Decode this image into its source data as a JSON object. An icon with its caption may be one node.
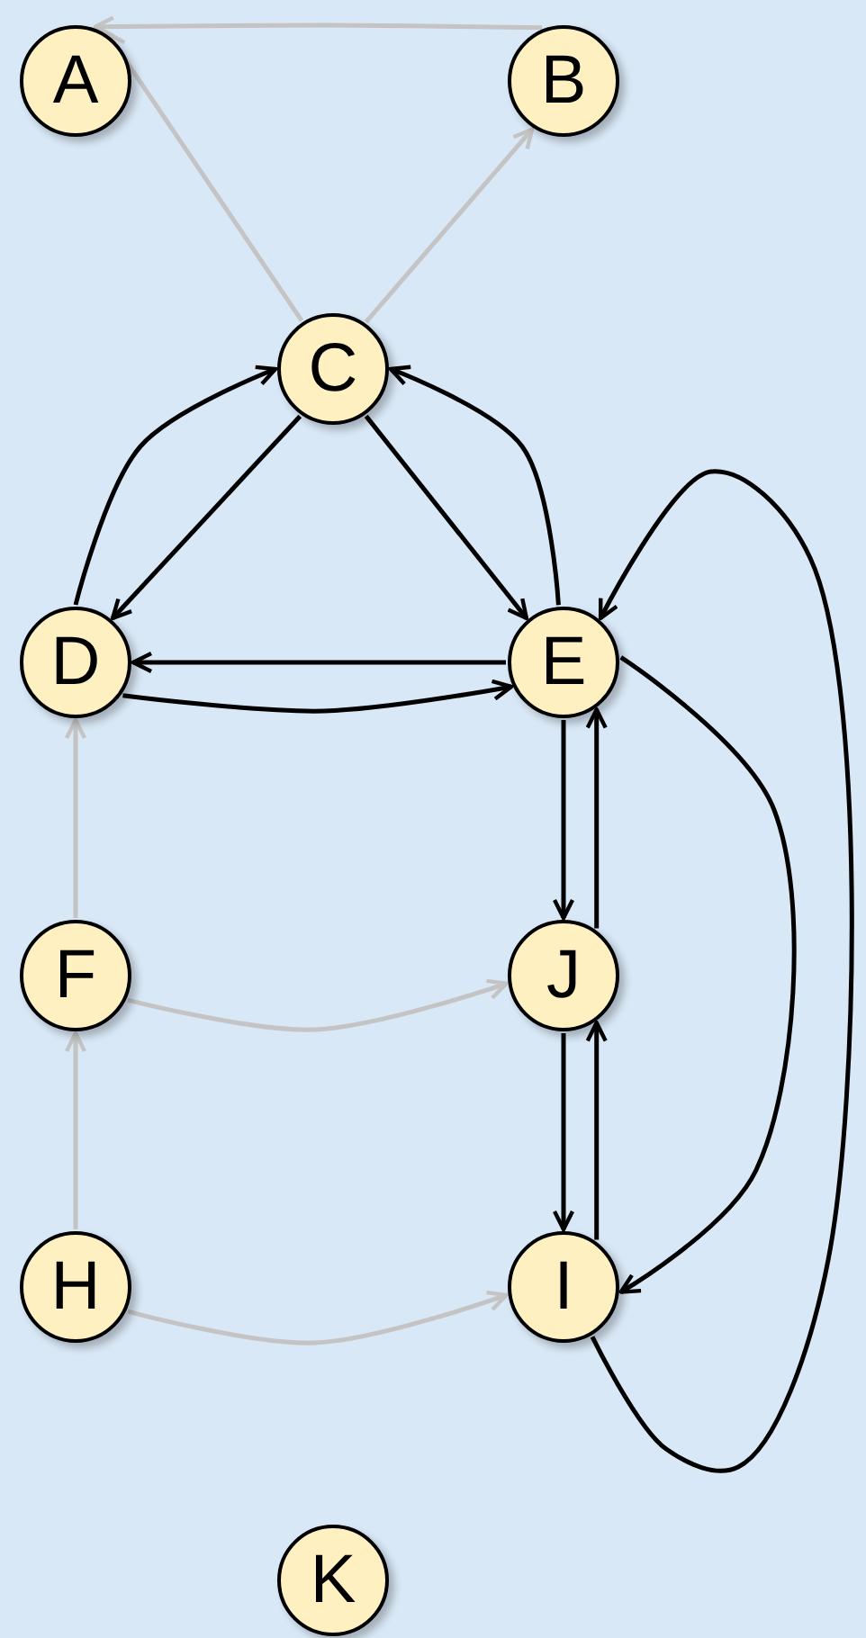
{
  "diagram": {
    "nodes": [
      {
        "text": [
          "A"
        ]
      },
      {
        "text": [
          "B"
        ]
      },
      {
        "text": [
          "C"
        ]
      },
      {
        "text": [
          "D"
        ]
      },
      {
        "text": [
          "E"
        ]
      },
      {
        "text": [
          "F"
        ]
      },
      {
        "text": [
          "J"
        ]
      },
      {
        "text": [
          "H"
        ]
      },
      {
        "text": [
          "I"
        ]
      },
      {
        "text": [
          "K"
        ]
      }
    ],
    "edges": [
      {
        "from": 1,
        "to": 0,
        "arrow": "to",
        "color": "#c4c4c4"
      },
      {
        "from": 2,
        "to": 0,
        "arrow": "to",
        "color": "#c4c4c4"
      },
      {
        "from": 2,
        "to": 1,
        "arrow": "to",
        "color": "#c4c4c4"
      },
      {
        "from": 5,
        "to": 3,
        "arrow": "to",
        "color": "#c4c4c4"
      },
      {
        "from": 7,
        "to": 5,
        "arrow": "to",
        "color": "#c4c4c4"
      },
      {
        "from": 5,
        "to": 6,
        "arrow": "to",
        "color": "#c4c4c4"
      },
      {
        "from": 7,
        "to": 8,
        "arrow": "to",
        "color": "#c4c4c4"
      },
      {
        "from": 2,
        "to": 3,
        "arrow": "to"
      },
      {
        "from": 2,
        "to": 4,
        "arrow": "to"
      },
      {
        "from": 3,
        "to": 2,
        "arrow": "to"
      },
      {
        "from": 4,
        "to": 2,
        "arrow": "to"
      },
      {
        "from": 4,
        "to": 3,
        "arrow": "to"
      },
      {
        "from": 3,
        "to": 4,
        "arrow": "to"
      },
      {
        "from": 4,
        "to": 6,
        "arrow": "to"
      },
      {
        "from": 6,
        "to": 4,
        "arrow": "to"
      },
      {
        "from": 6,
        "to": 8,
        "arrow": "to"
      },
      {
        "from": 8,
        "to": 6,
        "arrow": "to"
      },
      {
        "from": 4,
        "to": 8,
        "arrow": "to"
      },
      {
        "from": 8,
        "to": 4,
        "arrow": "to"
      }
    ]
  }
}
